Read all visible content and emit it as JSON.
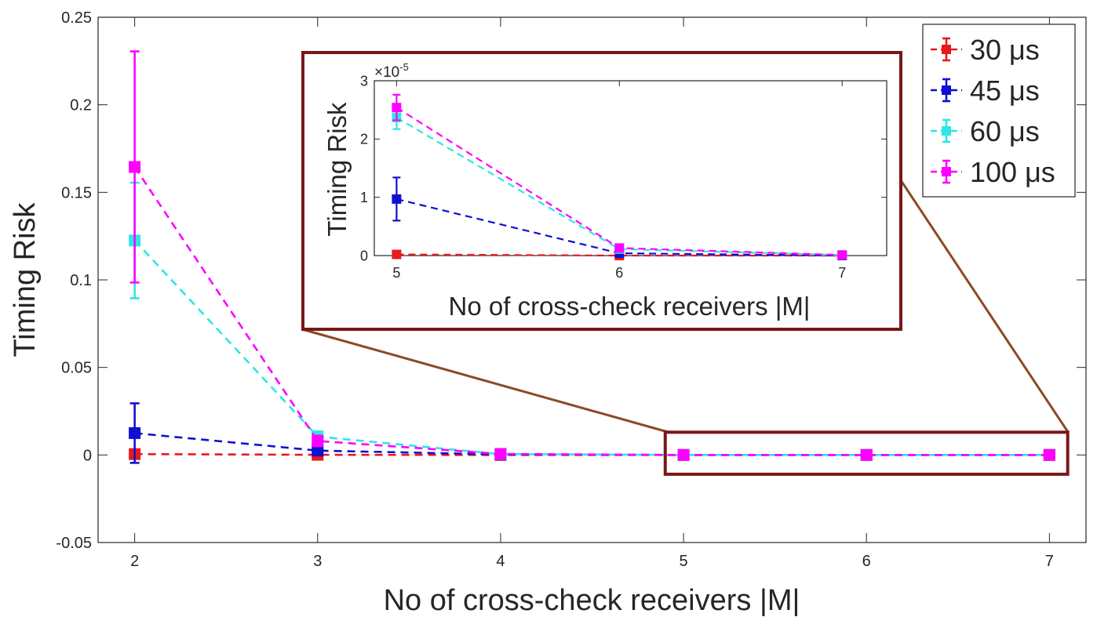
{
  "chart_data": [
    {
      "type": "line",
      "title": "",
      "xlabel": "No of cross-check receivers |M|",
      "ylabel": "Timing Risk",
      "xlim": [
        1.8,
        7.2
      ],
      "ylim": [
        -0.05,
        0.25
      ],
      "x_ticks": [
        2,
        3,
        4,
        5,
        6,
        7
      ],
      "y_ticks": [
        -0.05,
        0,
        0.05,
        0.1,
        0.15,
        0.2,
        0.25
      ],
      "y_tick_labels": [
        "-0.05",
        "0",
        "0.05",
        "0.1",
        "0.15",
        "0.2",
        "0.25"
      ],
      "grid": false,
      "legend_position": "top-right",
      "x": [
        2,
        3,
        4,
        5,
        6,
        7
      ],
      "series": [
        {
          "name": "30 μs",
          "color": "#e8191c",
          "values": [
            0.0005,
            0.0001,
            0.0,
            0.0,
            0.0,
            0.0
          ],
          "err": [
            0.002,
            0.0005,
            0.0002,
            0,
            0,
            0
          ]
        },
        {
          "name": "45 μs",
          "color": "#1010d0",
          "values": [
            0.0125,
            0.0025,
            0.0003,
            0.0,
            0.0,
            0.0
          ],
          "err": [
            0.017,
            0.002,
            0.0005,
            0,
            0,
            0
          ]
        },
        {
          "name": "60 μs",
          "color": "#2ee6e6",
          "values": [
            0.1225,
            0.0105,
            0.0005,
            0.0,
            0.0,
            0.0
          ],
          "err": [
            0.033,
            0.003,
            0.0005,
            0,
            0,
            0
          ]
        },
        {
          "name": "100 μs",
          "color": "#ff00ff",
          "values": [
            0.1645,
            0.008,
            0.0006,
            0.0,
            0.0,
            0.0
          ],
          "err": [
            0.066,
            0.003,
            0.0005,
            0,
            0,
            0
          ]
        }
      ],
      "zoom_region": {
        "x": [
          4.9,
          7.1
        ],
        "y": [
          -0.011,
          0.013
        ]
      }
    },
    {
      "type": "line",
      "title": "",
      "xlabel": "No of cross-check receivers |M|",
      "ylabel": "Timing Risk",
      "exponent_label": "×10",
      "exponent_power": "-5",
      "xlim": [
        4.9,
        7.2
      ],
      "ylim": [
        0,
        3
      ],
      "x_ticks": [
        5,
        6,
        7
      ],
      "y_ticks": [
        0,
        1,
        2,
        3
      ],
      "y_tick_labels": [
        "0",
        "1",
        "2",
        "3"
      ],
      "grid": false,
      "x": [
        5,
        6,
        7
      ],
      "series": [
        {
          "name": "30 μs",
          "color": "#e8191c",
          "values": [
            0.02,
            0.0,
            0.0
          ],
          "err": [
            0,
            0,
            0
          ]
        },
        {
          "name": "45 μs",
          "color": "#1010d0",
          "values": [
            0.97,
            0.04,
            0.0
          ],
          "err": [
            0.37,
            0,
            0
          ]
        },
        {
          "name": "60 μs",
          "color": "#2ee6e6",
          "values": [
            2.37,
            0.11,
            0.01
          ],
          "err": [
            0.2,
            0,
            0
          ]
        },
        {
          "name": "100 μs",
          "color": "#ff00ff",
          "values": [
            2.54,
            0.13,
            0.01
          ],
          "err": [
            0.22,
            0,
            0
          ]
        }
      ]
    }
  ]
}
